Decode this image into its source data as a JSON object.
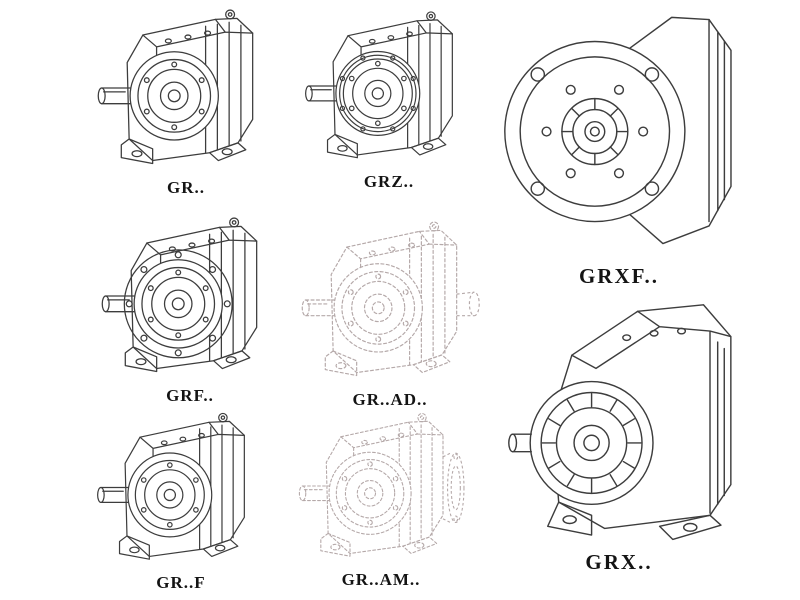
{
  "figures": [
    {
      "label": "GR.."
    },
    {
      "label": "GRZ.."
    },
    {
      "label": "GRXF.."
    },
    {
      "label": "GRF.."
    },
    {
      "label": "GR..AD.."
    },
    {
      "label": "GR..F"
    },
    {
      "label": "GR..AM.."
    },
    {
      "label": "GRX.."
    }
  ],
  "style": {
    "background": "#ffffff",
    "line_color": "#3d3d3d",
    "ghost_line_color": "#b5a9a9",
    "label_color": "#141414"
  }
}
